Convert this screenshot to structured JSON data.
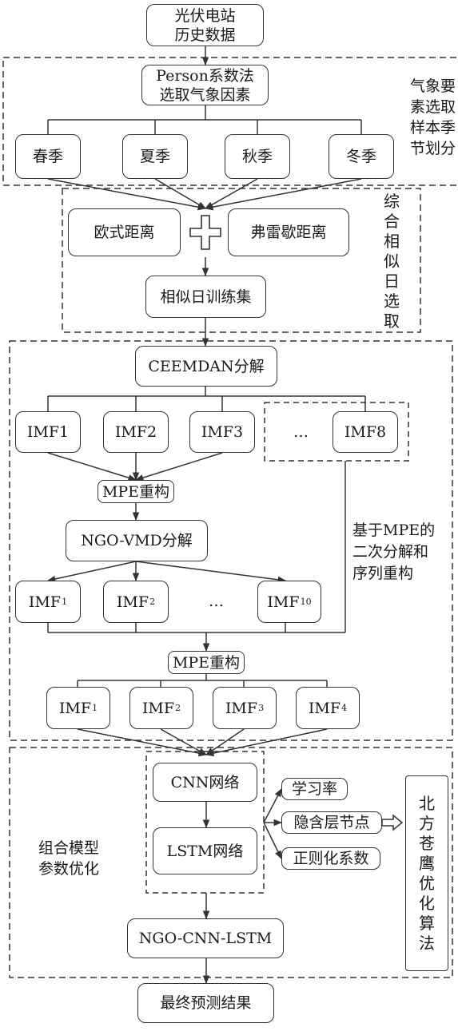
{
  "nodes": {
    "history_l1": "光伏电站",
    "history_l2": "历史数据",
    "person_l1": "Person系数法",
    "person_l2": "选取气象因素",
    "spring": "春季",
    "summer": "夏季",
    "autumn": "秋季",
    "winter": "冬季",
    "euclid": "欧式距离",
    "frechet": "弗雷歇距离",
    "similar_set": "相似日训练集",
    "ceemdan": "CEEMDAN分解",
    "imf1": "IMF1",
    "imf2": "IMF2",
    "imf3": "IMF3",
    "ellipsis": "…",
    "imf8": "IMF8",
    "mpe1": "MPE重构",
    "ngo_vmd": "NGO-VMD分解",
    "vmd_imf1": "IMF",
    "vmd_imf1_sub": "1",
    "vmd_imf2": "IMF",
    "vmd_imf2_sub": "2",
    "vmd_ellipsis": "…",
    "vmd_imf10": "IMF",
    "vmd_imf10_sub": "10",
    "mpe2": "MPE重构",
    "rec_imf1": "IMF",
    "rec_imf1_sub": "1",
    "rec_imf2": "IMF",
    "rec_imf2_sub": "2",
    "rec_imf3": "IMF",
    "rec_imf3_sub": "3",
    "rec_imf4": "IMF",
    "rec_imf4_sub": "4",
    "cnn": "CNN网络",
    "lstm": "LSTM网络",
    "lr": "学习率",
    "hidden": "隐含层节点",
    "reg": "正则化系数",
    "ngo_algo": "北方苍鹰优化算法",
    "ngo_cnn_lstm": "NGO-CNN-LSTM",
    "final": "最终预测结果"
  },
  "labels": {
    "weather_l1": "气象要",
    "weather_l2": "素选取",
    "weather_l3": "样本季",
    "weather_l4": "节划分",
    "similar_day": "综合相似日选取",
    "mpe_l1": "基于MPE的",
    "mpe_l2": "二次分解和",
    "mpe_l3": "序列重构",
    "combo_l1": "组合模型",
    "combo_l2": "参数优化"
  },
  "colors": {
    "stroke": "#333333",
    "text": "#1a1a1a",
    "background": "#ffffff"
  }
}
